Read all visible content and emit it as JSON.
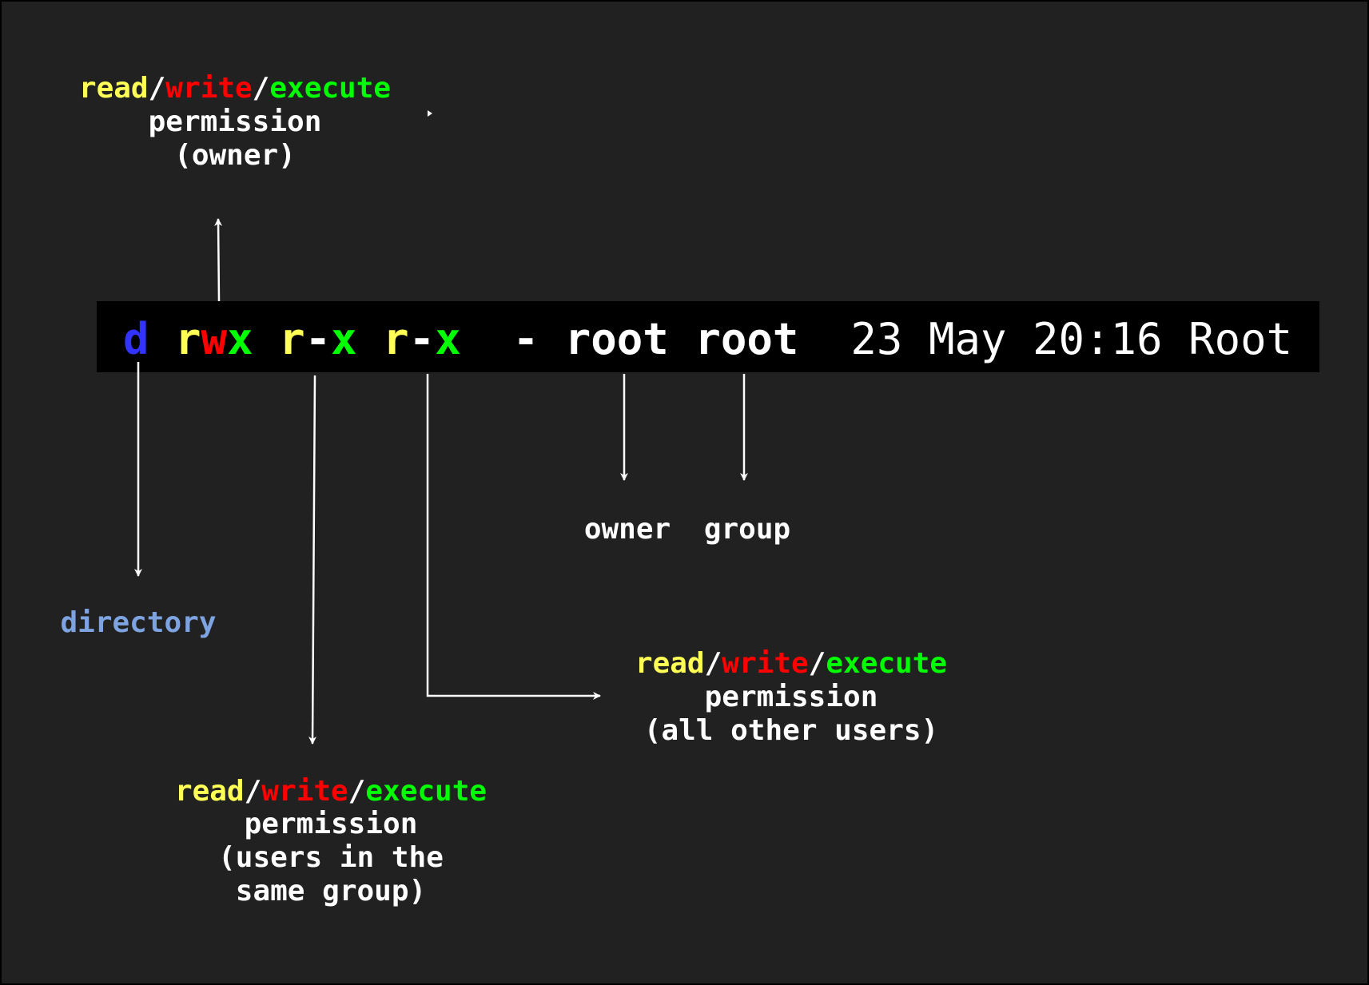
{
  "colors": {
    "background": "#212121",
    "bar": "#000000",
    "dir": "#3333ff",
    "read": "#ffff55",
    "write": "#ff0000",
    "execute": "#00ff00",
    "directory_label": "#7da3e0",
    "text": "#ffffff"
  },
  "listing": {
    "type": "d",
    "owner_perms": [
      "r",
      "w",
      "x"
    ],
    "group_perms": [
      "r",
      "-",
      "x"
    ],
    "other_perms": [
      "r",
      "-",
      "x"
    ],
    "links": "-",
    "owner": "root",
    "group": "root",
    "date": "23 May 20:16",
    "name": "Root"
  },
  "rwe": {
    "read": "read",
    "write": "write",
    "execute": "execute",
    "sep": "/"
  },
  "labels": {
    "owner_perm": [
      "permission",
      "(owner)"
    ],
    "group_perm": [
      "permission",
      "(users in the",
      "same group)"
    ],
    "other_perm": [
      "permission",
      "(all other users)"
    ],
    "owner": "owner",
    "group": "group",
    "directory": "directory"
  }
}
